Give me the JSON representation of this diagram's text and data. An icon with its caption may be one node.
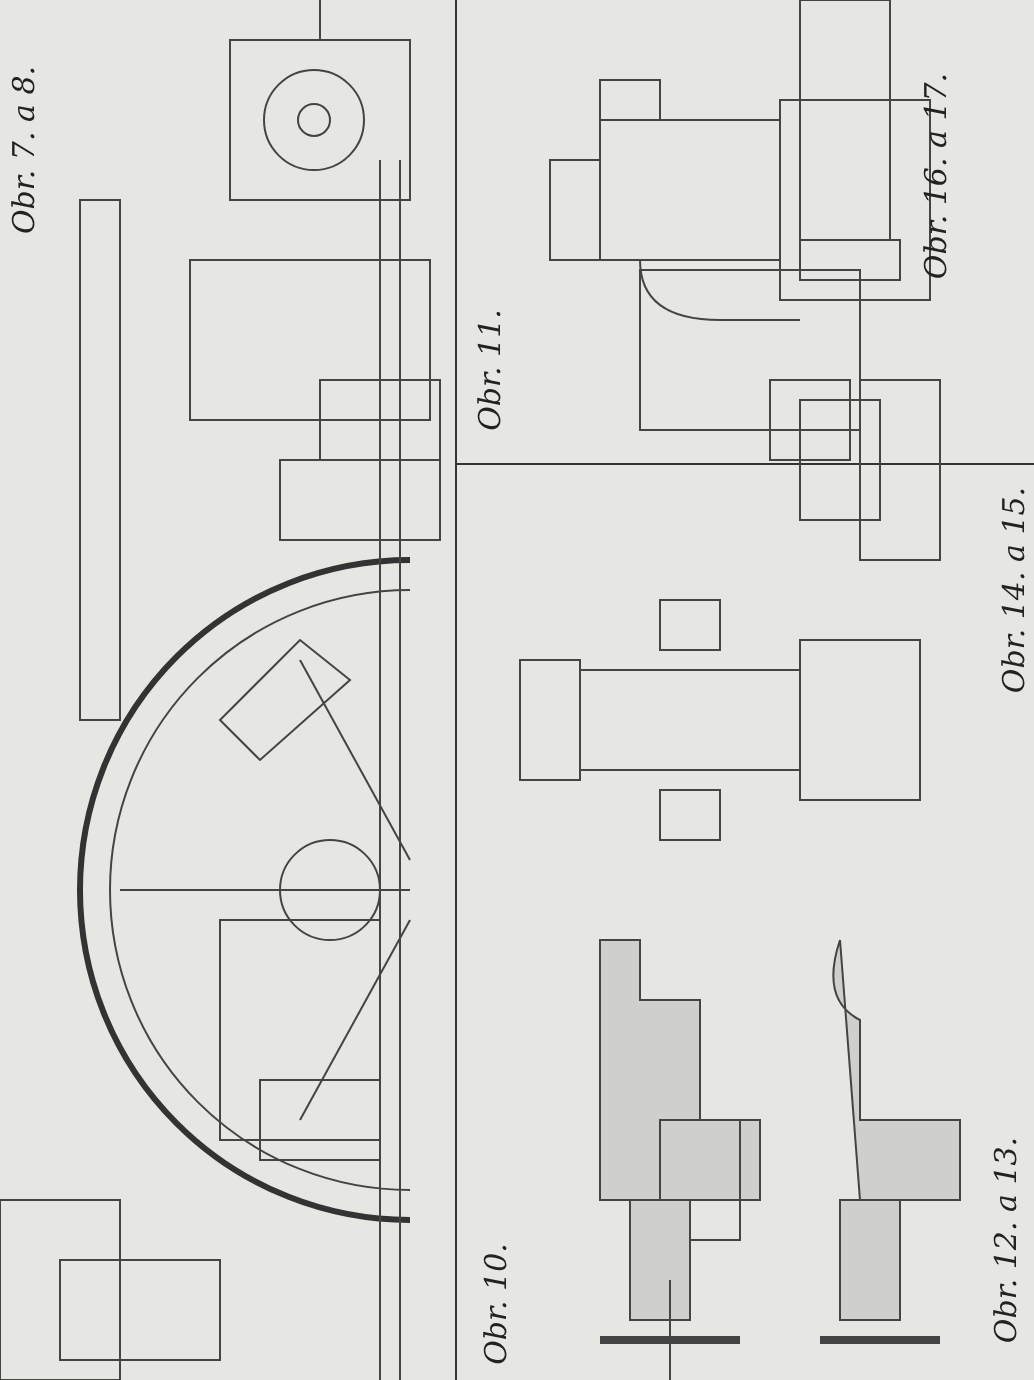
{
  "diagram": {
    "labels": [
      "Obr. 7. a 8.",
      "Obr. 11.",
      "Obr. 10.",
      "Obr. 16. a 17.",
      "Obr. 14. a 15.",
      "Obr. 12. a 13."
    ]
  }
}
